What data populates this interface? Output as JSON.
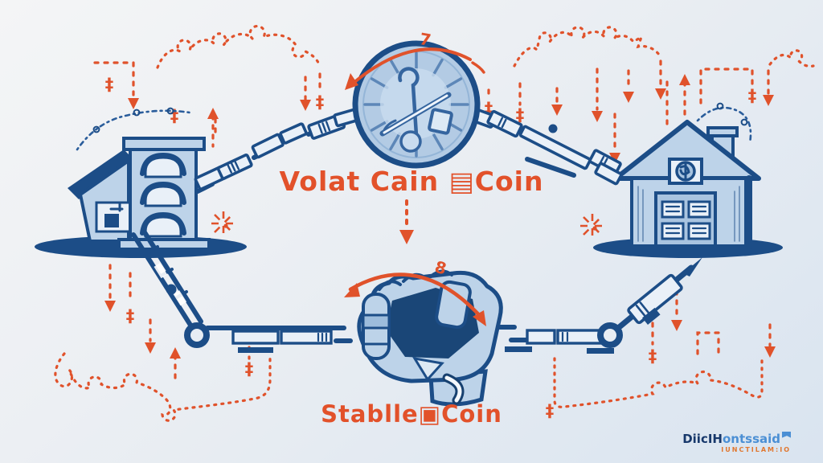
{
  "titles": {
    "volatile": "Volat Cain ▤Coin",
    "stable": "Stablle▣Coin"
  },
  "arc_glyphs": {
    "coin": "7",
    "hand": "8"
  },
  "symbols": {
    "dagger": "‡"
  },
  "watermark": {
    "brand_bold": "DiicIH",
    "brand_light": "ontssaid",
    "tagline": "IUNCTILAM:IO"
  },
  "palette": {
    "navy": "#1c4d87",
    "light_blue": "#bdd3e9",
    "orange": "#e0522b",
    "background": "#e9eef4"
  }
}
